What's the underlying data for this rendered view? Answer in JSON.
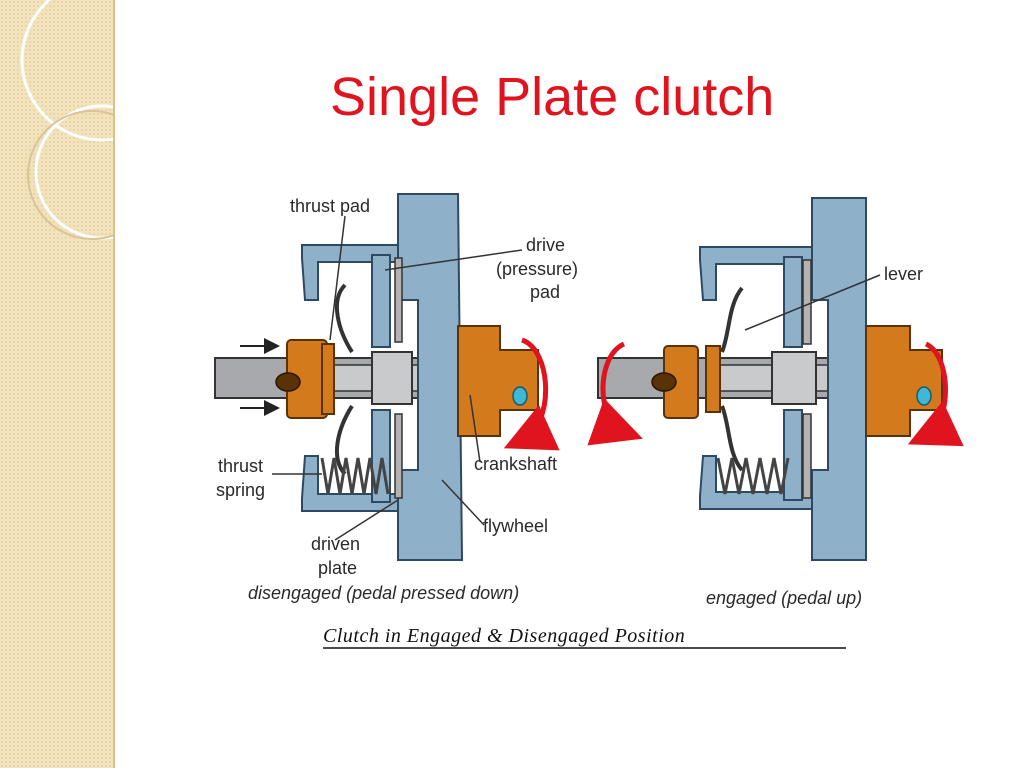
{
  "slide": {
    "title": "Single Plate clutch",
    "colors": {
      "title": "#e0141e",
      "steel": "#8fb0c9",
      "bronze": "#d27a1c",
      "arrow": "#e0141e",
      "decor": "#f3e3bd"
    }
  },
  "diagram": {
    "disengaged": {
      "labels": {
        "thrust_pad": "thrust pad",
        "drive_line1": "drive",
        "drive_line2": "(pressure)",
        "drive_line3": "pad",
        "thrust_spring_line1": "thrust",
        "thrust_spring_line2": "spring",
        "driven_plate_line1": "driven",
        "driven_plate_line2": "plate",
        "crankshaft": "crankshaft",
        "flywheel": "flywheel"
      },
      "caption": "disengaged (pedal pressed down)"
    },
    "engaged": {
      "labels": {
        "lever": "lever"
      },
      "caption": "engaged (pedal up)"
    },
    "figure_caption": "Clutch in Engaged & Disengaged Position"
  }
}
